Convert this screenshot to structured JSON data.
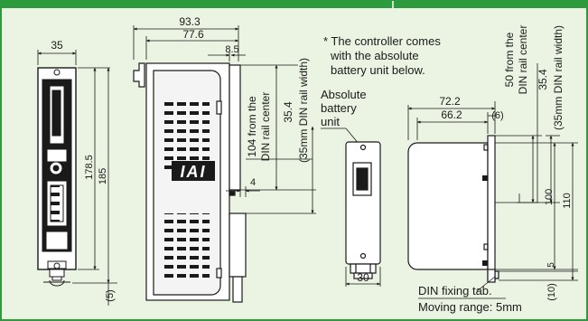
{
  "note": {
    "line1": "* The controller comes",
    "line2": "with the absolute",
    "line3": "battery unit below."
  },
  "battery_label": {
    "line1": "Absolute",
    "line2": "battery",
    "line3": "unit"
  },
  "logo_text": "IAI",
  "dims": {
    "front_width": "35",
    "front_height_inner": "178.5",
    "front_height_outer": "185",
    "front_bottom": "(5)",
    "side_depth_total": "93.3",
    "side_depth_body": "77.6",
    "side_offset": "8.5",
    "side_from_din_line1": "104 from the",
    "side_from_din_line2": "DIN rail center",
    "side_din_rail": "35.4",
    "side_din_rail_width": "(35mm DIN rail width)",
    "side_tab": "4",
    "battery_width": "30",
    "bat_side_depth_total": "72.2",
    "bat_side_depth_body": "66.2",
    "bat_side_offset": "(6)",
    "bat_from_din_line1": "50 from the",
    "bat_from_din_line2": "DIN rail center",
    "bat_din_rail": "35.4",
    "bat_din_rail_width": "(35mm DIN rail width)",
    "bat_height_inner": "100",
    "bat_height_outer": "110",
    "bat_small": "5",
    "bat_bottom": "(10)"
  },
  "din_tab": {
    "line1": "DIN fixing tab.",
    "line2": "Moving range: 5mm"
  },
  "colors": {
    "panel_bg": "#ebf4e3",
    "border": "#2e9a3e",
    "header": "#2e9a3e",
    "line": "#1a1a1a"
  }
}
